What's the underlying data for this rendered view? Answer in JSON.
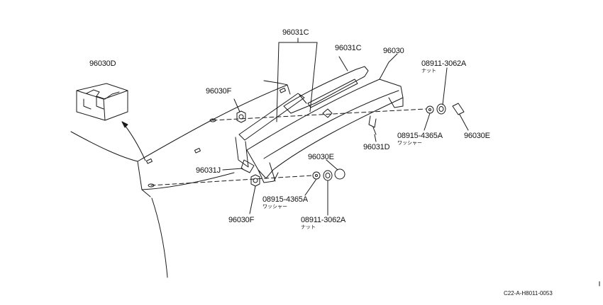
{
  "labels": {
    "p96030D": "96030D",
    "p96031C_top": "96031C",
    "p96031C_right": "96031C",
    "p96030": "96030",
    "p08911_top": "08911-3062A",
    "nut_top": "ナット",
    "p96030F_top": "96030F",
    "p08915_right": "08915-4365A",
    "washer_right": "ワッシャー",
    "p96030E_right": "96030E",
    "p96031D": "96031D",
    "p96031J": "96031J",
    "p96030E_center": "96030E",
    "p08915_bottom": "08915-4365A",
    "washer_bottom": "ワッシャー",
    "p96030F_bottom": "96030F",
    "p08911_bottom": "08911-3062A",
    "nut_bottom": "ナット"
  },
  "diagram_code": "C22-A-H8011-0053",
  "colors": {
    "line": "#1a1a1a",
    "background": "#ffffff"
  }
}
